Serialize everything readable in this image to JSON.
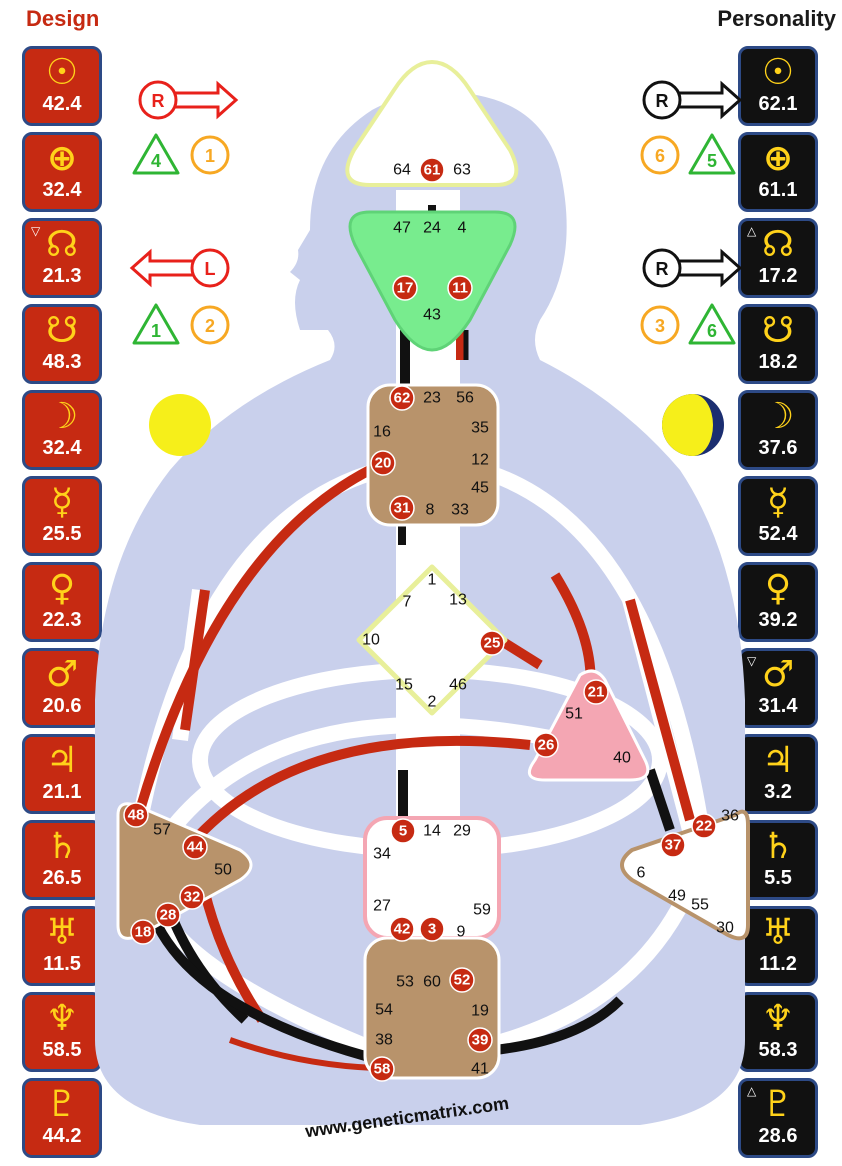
{
  "headers": {
    "design": "Design",
    "personality": "Personality"
  },
  "design": [
    {
      "glyph": "☉",
      "value": "42.4",
      "mark": ""
    },
    {
      "glyph": "⊕",
      "value": "32.4",
      "mark": ""
    },
    {
      "glyph": "☊",
      "value": "21.3",
      "mark": "▽"
    },
    {
      "glyph": "☋",
      "value": "48.3",
      "mark": ""
    },
    {
      "glyph": "☽",
      "value": "32.4",
      "mark": ""
    },
    {
      "glyph": "☿",
      "value": "25.5",
      "mark": ""
    },
    {
      "glyph": "♀",
      "value": "22.3",
      "mark": ""
    },
    {
      "glyph": "♂",
      "value": "20.6",
      "mark": ""
    },
    {
      "glyph": "♃",
      "value": "21.1",
      "mark": ""
    },
    {
      "glyph": "♄",
      "value": "26.5",
      "mark": ""
    },
    {
      "glyph": "♅",
      "value": "11.5",
      "mark": ""
    },
    {
      "glyph": "♆",
      "value": "58.5",
      "mark": ""
    },
    {
      "glyph": "♇",
      "value": "44.2",
      "mark": ""
    }
  ],
  "personality": [
    {
      "glyph": "☉",
      "value": "62.1",
      "mark": ""
    },
    {
      "glyph": "⊕",
      "value": "61.1",
      "mark": ""
    },
    {
      "glyph": "☊",
      "value": "17.2",
      "mark": "△"
    },
    {
      "glyph": "☋",
      "value": "18.2",
      "mark": ""
    },
    {
      "glyph": "☽",
      "value": "37.6",
      "mark": ""
    },
    {
      "glyph": "☿",
      "value": "52.4",
      "mark": ""
    },
    {
      "glyph": "♀",
      "value": "39.2",
      "mark": ""
    },
    {
      "glyph": "♂",
      "value": "31.4",
      "mark": "▽"
    },
    {
      "glyph": "♃",
      "value": "3.2",
      "mark": ""
    },
    {
      "glyph": "♄",
      "value": "5.5",
      "mark": ""
    },
    {
      "glyph": "♅",
      "value": "11.2",
      "mark": ""
    },
    {
      "glyph": "♆",
      "value": "58.3",
      "mark": ""
    },
    {
      "glyph": "♇",
      "value": "28.6",
      "mark": "△"
    }
  ],
  "variables": {
    "design_top": {
      "arrow": "R",
      "direction": "right",
      "tri": "4",
      "circ": "1"
    },
    "design_bottom": {
      "arrow": "L",
      "direction": "left",
      "tri": "1",
      "circ": "2"
    },
    "pers_top": {
      "arrow": "R",
      "direction": "right",
      "circ": "6",
      "tri": "5"
    },
    "pers_bottom": {
      "arrow": "R",
      "direction": "right",
      "circ": "3",
      "tri": "6"
    }
  },
  "moon_phases": {
    "design": "full",
    "personality": "waxing"
  },
  "gates": {
    "g64": "64",
    "g61": "61",
    "g63": "63",
    "g47": "47",
    "g24": "24",
    "g4": "4",
    "g17": "17",
    "g11": "11",
    "g43": "43",
    "g62": "62",
    "g23": "23",
    "g56": "56",
    "g16": "16",
    "g35": "35",
    "g20": "20",
    "g12": "12",
    "g45": "45",
    "g31": "31",
    "g8": "8",
    "g33": "33",
    "g1": "1",
    "g7": "7",
    "g13": "13",
    "g10": "10",
    "g25": "25",
    "g15": "15",
    "g46": "46",
    "g2": "2",
    "g21": "21",
    "g51": "51",
    "g26": "26",
    "g40": "40",
    "g48": "48",
    "g57": "57",
    "g44": "44",
    "g50": "50",
    "g32": "32",
    "g28": "28",
    "g18": "18",
    "g36": "36",
    "g22": "22",
    "g37": "37",
    "g6": "6",
    "g49": "49",
    "g55": "55",
    "g30": "30",
    "g5": "5",
    "g14": "14",
    "g29": "29",
    "g34": "34",
    "g27": "27",
    "g59": "59",
    "g42": "42",
    "g3": "3",
    "g9": "9",
    "g53": "53",
    "g60": "60",
    "g52": "52",
    "g54": "54",
    "g19": "19",
    "g38": "38",
    "g39": "39",
    "g58": "58",
    "g41": "41"
  },
  "footer": {
    "url": "www.geneticmatrix.com"
  },
  "colors": {
    "design": "#c62a12",
    "personality": "#111111",
    "accent": "#ffd21a",
    "body": "#c9d0ec"
  }
}
